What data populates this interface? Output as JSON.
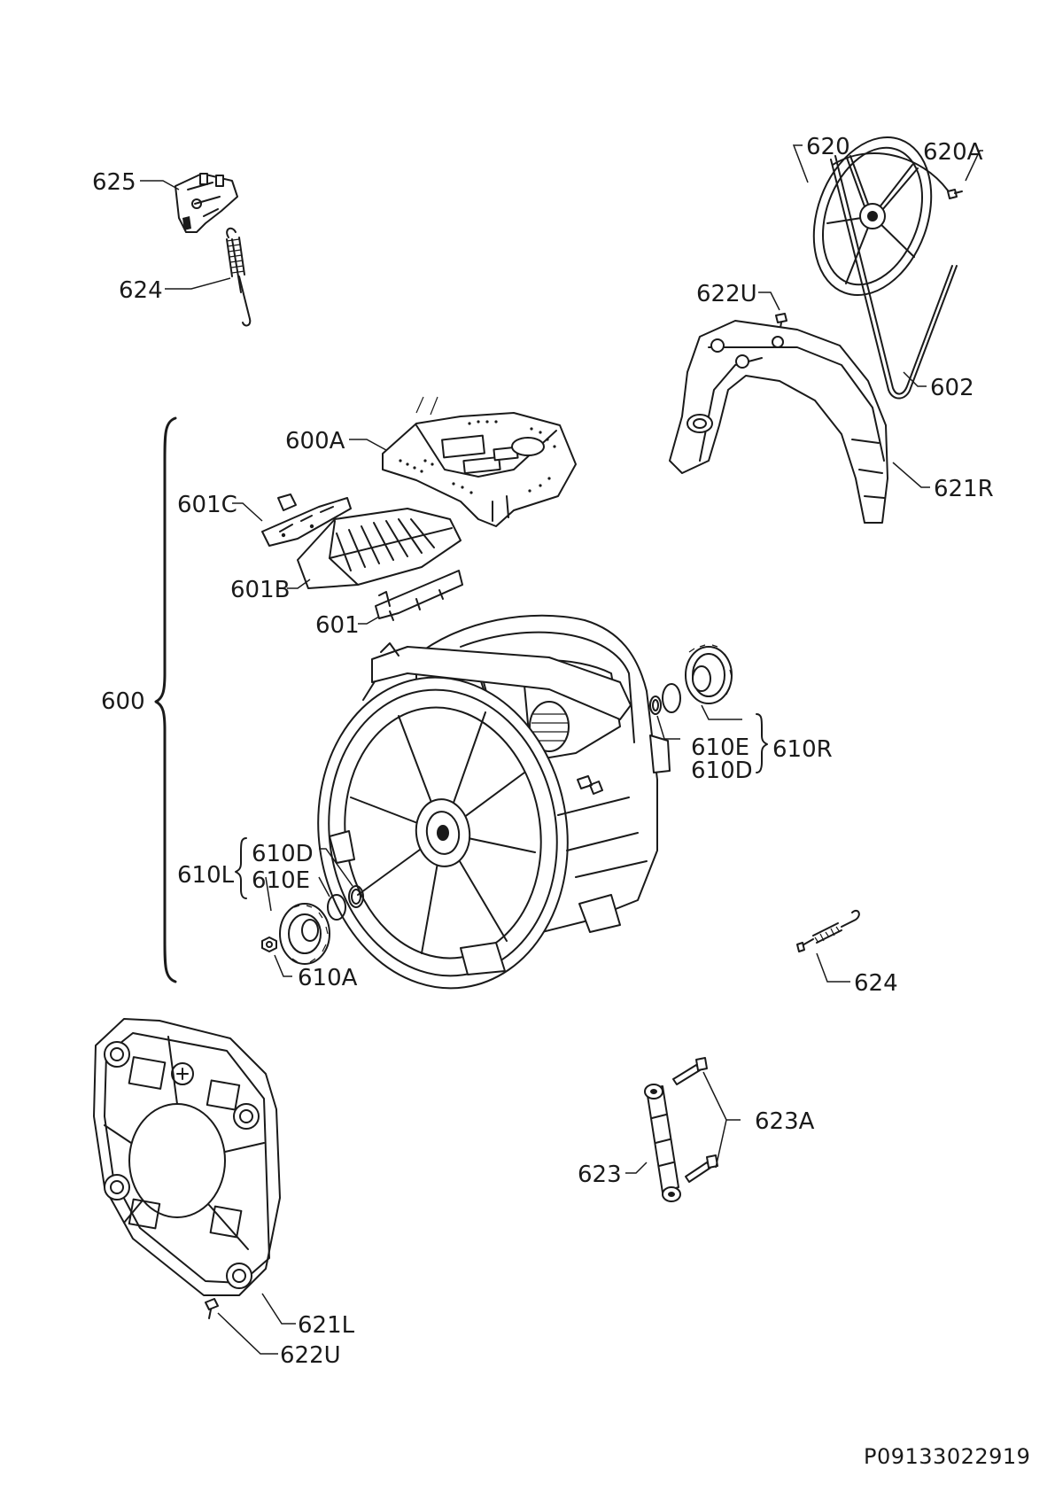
{
  "labels": {
    "l625": "625",
    "l624_top": "624",
    "l620": "620",
    "l620A": "620A",
    "l622U_top": "622U",
    "l602": "602",
    "l621R": "621R",
    "l600A": "600A",
    "l601C": "601C",
    "l601B": "601B",
    "l601": "601",
    "l600": "600",
    "l610E_r": "610E",
    "l610D_r": "610D",
    "l610R": "610R",
    "l610L": "610L",
    "l610D_l": "610D",
    "l610E_l": "610E",
    "l610A": "610A",
    "l624_bottom": "624",
    "l623A": "623A",
    "l623": "623",
    "l621L": "621L",
    "l622U_bottom": "622U"
  },
  "document_id": "P09133022919"
}
